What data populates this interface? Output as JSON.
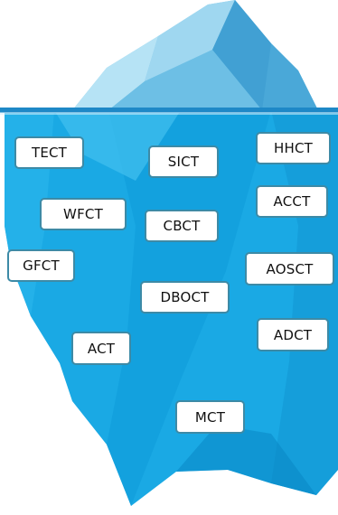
{
  "labels": {
    "tect": "TECT",
    "sict": "SICT",
    "hhct": "HHCT",
    "wfct": "WFCT",
    "cbct": "CBCT",
    "acct": "ACCT",
    "gfct": "GFCT",
    "aosct": "AOSCT",
    "dboct": "DBOCT",
    "adct": "ADCT",
    "act": "ACT",
    "mct": "MCT"
  },
  "colors": {
    "iceberg_tip_light": "#a6dcf2",
    "iceberg_tip_mid": "#6cc0e6",
    "iceberg_tip_dark": "#3fa6d9",
    "underwater": "#1aa9e4",
    "underwater_dark": "#0d8fcf",
    "water_line": "#1e88c7",
    "label_border": "#3d8aa6"
  }
}
